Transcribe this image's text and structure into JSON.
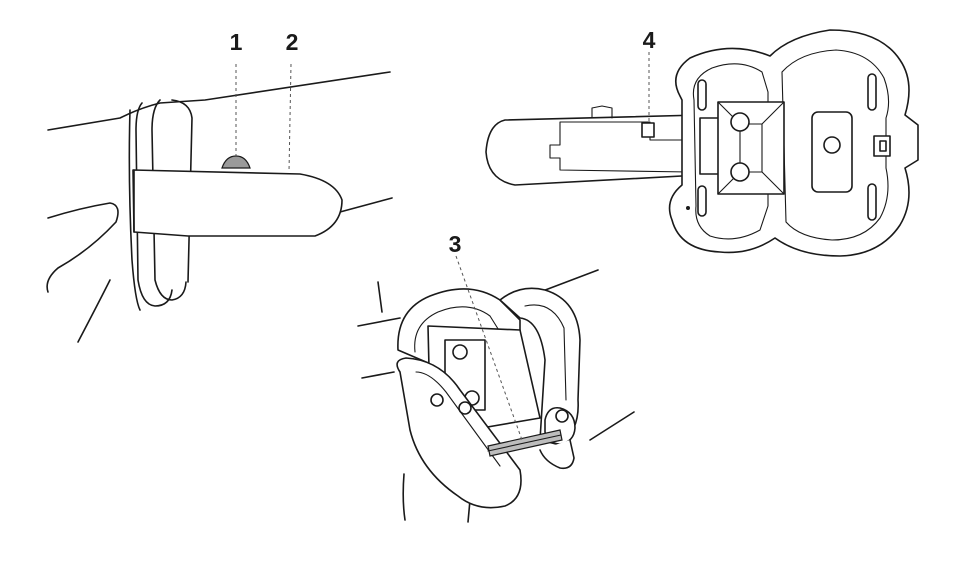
{
  "callouts": [
    {
      "id": "1",
      "label": "1"
    },
    {
      "id": "2",
      "label": "2"
    },
    {
      "id": "3",
      "label": "3"
    },
    {
      "id": "4",
      "label": "4"
    }
  ],
  "colors": {
    "line": "#1a1a1a",
    "button": "#9a9a9a",
    "background": "#ffffff"
  }
}
